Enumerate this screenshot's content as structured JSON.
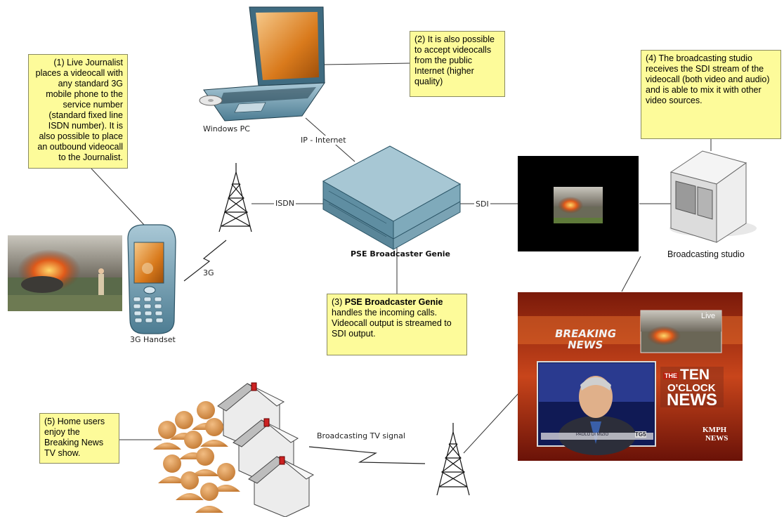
{
  "notes": {
    "n1": "(1) Live Journalist places a videocall with any standard 3G mobile phone to the service number (standard fixed line ISDN number). It is also possible to place an outbound videocall to the Journalist.",
    "n2": "(2) It is also possible to accept videocalls from the public Internet (higher quality)",
    "n3_prefix": "(3) ",
    "n3_bold": "PSE Broadcaster Genie",
    "n3_rest": " handles the incoming calls. Videocall output is streamed to SDI output.",
    "n4": "(4) The broadcasting studio receives the SDI stream of the videocall (both video and audio) and is able to mix it with other video sources.",
    "n5": "(5) Home users enjoy the Breaking News TV show."
  },
  "labels": {
    "windows_pc": "Windows PC",
    "ip_internet": "IP - Internet",
    "isdn": "ISDN",
    "sdi": "SDI",
    "genie": "PSE Broadcaster Genie",
    "threeg": "3G",
    "handset": "3G Handset",
    "studio": "Broadcasting studio",
    "tv_signal": "Broadcasting TV signal"
  },
  "tv_screen": {
    "breaking": "BREAKING",
    "news": "NEWS",
    "live": "Live",
    "the": "THE",
    "ten": "TEN",
    "oclock": "O'CLOCK",
    "news2": "NEWS",
    "kmph": "KMPH",
    "kmph_news": "NEWS",
    "tg": "TG5",
    "caption": "PAOLO DI MIZIO"
  },
  "colors": {
    "note_fill": "#fdfb9a",
    "device_blue": "#6b98ad",
    "people_orange": "#d9954a",
    "house_fill": "#e8e8e8"
  }
}
